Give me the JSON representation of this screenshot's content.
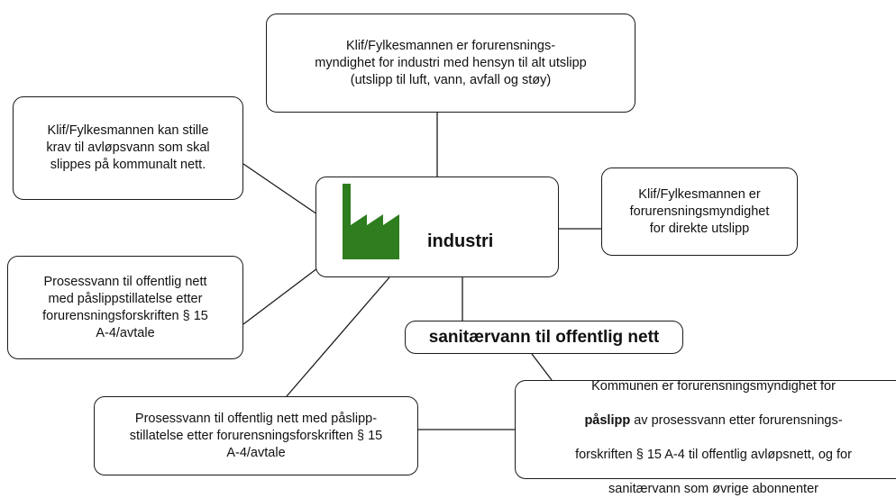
{
  "center": {
    "label": "industri",
    "icon": "factory-icon",
    "icon_color": "#2e7d1f"
  },
  "top_box": "Klif/Fylkesmannen er forurensnings-\nmyndighet for industri med hensyn til alt utslipp\n(utslipp til luft, vann, avfall og støy)",
  "left_box_1": "Klif/Fylkesmannen kan stille\nkrav til avløpsvann som skal\nslippes på kommunalt nett.",
  "right_box_1": "Klif/Fylkesmannen er\nforurensningsmyndighet\nfor direkte utslipp",
  "left_box_2": "Prosessvann til offentlig nett\nmed påslippstillatelse etter\nforurensningsforskriften § 15\nA-4/avtale",
  "bottom_left_box": "Prosessvann til offentlig nett med påslipp-\nstillatelse etter forurensningsforskriften § 15\nA-4/avtale",
  "sanitary_box": "sanitærvann til offentlig nett",
  "bottom_right_box": {
    "line1": "Kommunen er forurensningsmyndighet for",
    "bold_word": "påslipp",
    "line2_rest": " av prosessvann etter forurensnings-",
    "line3": "forskriften  § 15 A-4 til offentlig avløpsnett, og for",
    "line4": "sanitærvann som øvrige abonnenter"
  }
}
